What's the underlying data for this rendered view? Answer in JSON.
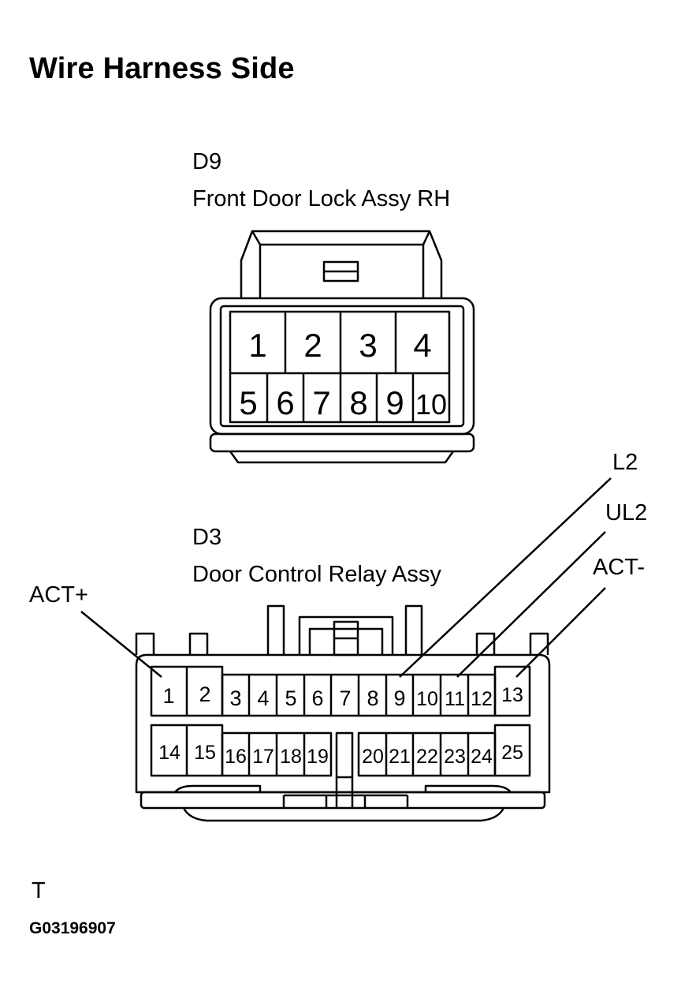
{
  "title": "Wire Harness Side",
  "connector_d9": {
    "code": "D9",
    "name": "Front Door Lock Assy RH",
    "pins": [
      "1",
      "2",
      "3",
      "4",
      "5",
      "6",
      "7",
      "8",
      "9",
      "10"
    ]
  },
  "connector_d3": {
    "code": "D3",
    "name": "Door Control Relay Assy",
    "pins": [
      "1",
      "2",
      "3",
      "4",
      "5",
      "6",
      "7",
      "8",
      "9",
      "10",
      "11",
      "12",
      "13",
      "14",
      "15",
      "16",
      "17",
      "18",
      "19",
      "20",
      "21",
      "22",
      "23",
      "24",
      "25"
    ]
  },
  "callouts": {
    "act_plus": "ACT+",
    "l2": "L2",
    "ul2": "UL2",
    "act_minus": "ACT-"
  },
  "footer": {
    "marker": "T",
    "figure_id": "G03196907"
  }
}
